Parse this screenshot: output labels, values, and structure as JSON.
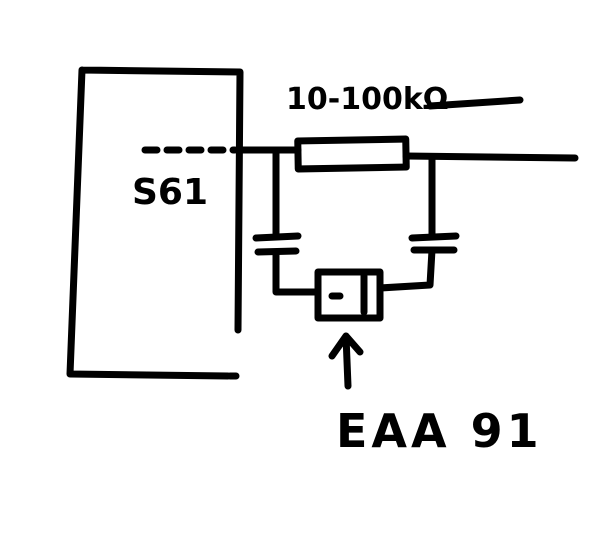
{
  "labels": {
    "resistor_value": "10-100kΩ",
    "module": "S61",
    "diode": "EAA 91"
  }
}
